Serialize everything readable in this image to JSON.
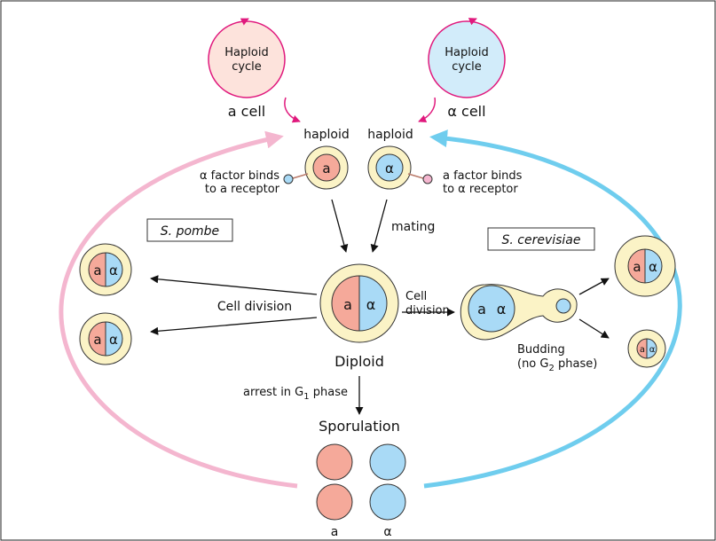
{
  "colors": {
    "pink_arc": "#f4b6cf",
    "blue_arc": "#6fcdee",
    "magenta": "#e0197d",
    "a_fill": "#f5a99a",
    "alpha_fill": "#a9daf6",
    "cream": "#fbf3c6",
    "haploid_a_bg": "#fde3dc",
    "haploid_alpha_bg": "#d2ecfa",
    "receptor": "#b97a6a"
  },
  "haploid_cycle_a": {
    "label_line1": "Haploid",
    "label_line2": "cycle",
    "cell_label": "a cell"
  },
  "haploid_cycle_alpha": {
    "label_line1": "Haploid",
    "label_line2": "cycle",
    "cell_label": "α cell"
  },
  "mating": {
    "haploid_left": "haploid",
    "haploid_right": "haploid",
    "cell_a_letter": "a",
    "cell_alpha_letter": "α",
    "left_note_line1": "α factor binds",
    "left_note_line2": "to a receptor",
    "right_note_line1": "a factor binds",
    "right_note_line2": "to α receptor",
    "mating_label": "mating"
  },
  "s_pombe": {
    "title": "S. pombe",
    "division_label": "Cell division",
    "letter_a": "a",
    "letter_alpha": "α"
  },
  "diploid": {
    "label": "Diploid",
    "letter_a": "a",
    "letter_alpha": "α",
    "arrest_label": "arrest in G",
    "arrest_sub": "1",
    "arrest_tail": " phase"
  },
  "s_cerevisiae": {
    "title": "S. cerevisiae",
    "division_line1": "Cell",
    "division_line2": "division",
    "budding_line1": "Budding",
    "budding_line2_pre": "(no G",
    "budding_line2_sub": "2",
    "budding_line2_post": " phase)",
    "letter_a": "a",
    "letter_alpha": "α"
  },
  "sporulation": {
    "label": "Sporulation",
    "spore_a": "a",
    "spore_alpha": "α"
  }
}
